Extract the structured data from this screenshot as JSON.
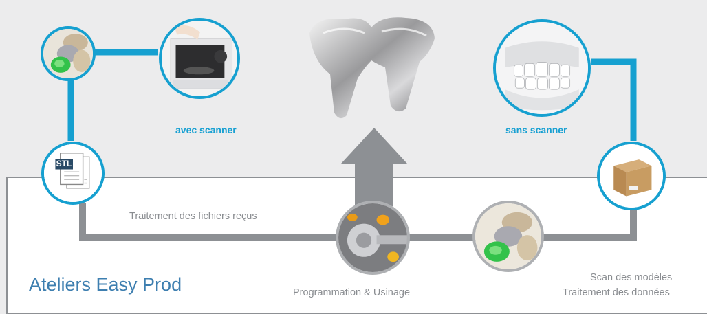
{
  "labels": {
    "with_scanner": "avec scanner",
    "without_scanner": "sans scanner",
    "file_processing": "Traitement des fichiers reçus",
    "title": "Ateliers Easy Prod",
    "programming": "Programmation & Usinage",
    "scan_line1": "Scan des modèles",
    "scan_line2": "Traitement des données",
    "stl_badge": "STL"
  },
  "colors": {
    "accent_blue": "#16a0d0",
    "flow_grey": "#8d9094",
    "title_blue": "#3e7fb0",
    "background": "#ececed"
  },
  "icons": [
    "tooth-model-green-icon",
    "desktop-scanner-icon",
    "dental-bridge-icon",
    "dental-cast-icon",
    "stl-file-icon",
    "cardboard-box-icon",
    "milling-machine-icon",
    "up-arrow-icon"
  ]
}
